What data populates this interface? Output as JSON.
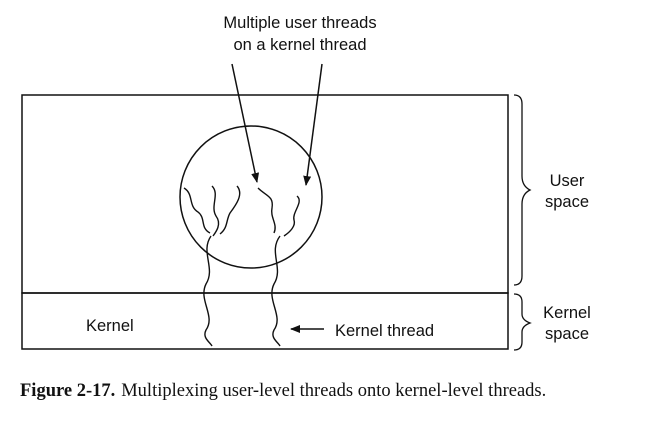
{
  "figure": {
    "top_label": [
      "Multiple user threads",
      "on a kernel thread"
    ],
    "kernel_label": "Kernel",
    "kernel_thread_label": "Kernel thread",
    "user_space_label": [
      "User",
      "space"
    ],
    "kernel_space_label": [
      "Kernel",
      "space"
    ]
  },
  "caption": {
    "label": "Figure 2-17.",
    "text": "Multiplexing user-level threads onto kernel-level threads."
  }
}
